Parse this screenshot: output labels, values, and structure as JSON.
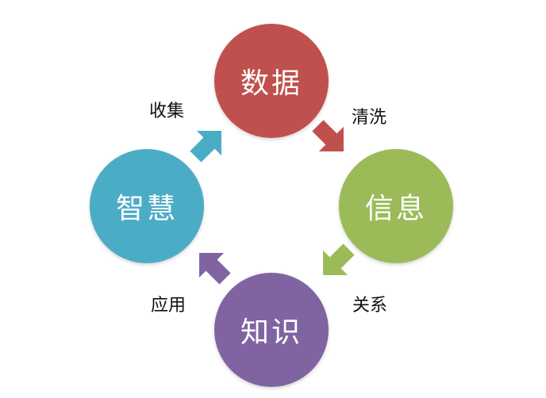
{
  "nodes": {
    "data": {
      "label": "数据",
      "color": "#c0504d"
    },
    "info": {
      "label": "信息",
      "color": "#9bbb59"
    },
    "knowledge": {
      "label": "知识",
      "color": "#8064a2"
    },
    "wisdom": {
      "label": "智慧",
      "color": "#4bacc6"
    }
  },
  "edges": {
    "collect": {
      "label": "收集",
      "color": "#4bacc6"
    },
    "clean": {
      "label": "清洗",
      "color": "#c0504d"
    },
    "relation": {
      "label": "关系",
      "color": "#9bbb59"
    },
    "apply": {
      "label": "应用",
      "color": "#8064a2"
    }
  }
}
